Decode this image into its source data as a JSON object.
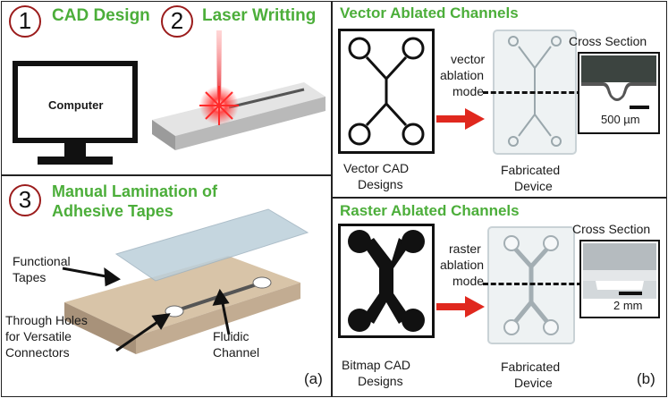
{
  "left_panel": {
    "step1": {
      "number": "1",
      "title": "CAD Design",
      "monitor_text": "Computer"
    },
    "step2": {
      "number": "2",
      "title": "Laser Writting"
    },
    "step3": {
      "number": "3",
      "title_line1": "Manual Lamination of",
      "title_line2": "Adhesive Tapes",
      "label_functional_line1": "Functional",
      "label_functional_line2": "Tapes",
      "label_holes_line1": "Through Holes",
      "label_holes_line2": "for Versatile",
      "label_holes_line3": "Connectors",
      "label_fluidic_line1": "Fluidic",
      "label_fluidic_line2": "Channel"
    },
    "panel_label": "(a)"
  },
  "right_panel": {
    "vector": {
      "title": "Vector Ablated Channels",
      "design_line1": "Vector CAD",
      "design_line2": "Designs",
      "mode_line1": "vector",
      "mode_line2": "ablation",
      "mode_line3": "mode",
      "device_line1": "Fabricated",
      "device_line2": "Device",
      "cross_title": "Cross Section",
      "scale": "500 µm"
    },
    "raster": {
      "title": "Raster Ablated Channels",
      "design_line1": "Bitmap CAD",
      "design_line2": "Designs",
      "mode_line1": "raster",
      "mode_line2": "ablation",
      "mode_line3": "mode",
      "device_line1": "Fabricated",
      "device_line2": "Device",
      "cross_title": "Cross Section",
      "scale": "2 mm"
    },
    "panel_label": "(b)"
  },
  "colors": {
    "title_green": "#4cae3a",
    "circle_red": "#9b1c1c",
    "arrow_red": "#e0281e"
  }
}
